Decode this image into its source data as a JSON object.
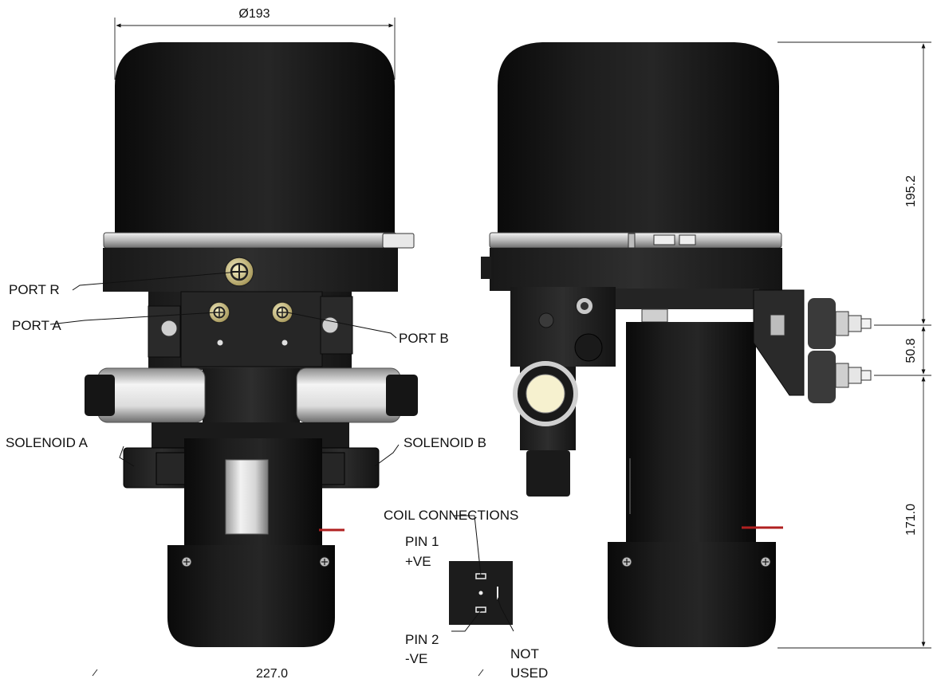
{
  "dimensions": {
    "diameter": "Ø193",
    "height_top": "195.2",
    "port_spacing": "50.8",
    "height_bottom": "171.0",
    "width_bottom": "227.0"
  },
  "labels": {
    "port_r": "PORT R",
    "port_a": "PORT A",
    "port_b": "PORT B",
    "solenoid_a": "SOLENOID A",
    "solenoid_b": "SOLENOID B"
  },
  "coil": {
    "title": "COIL CONNECTIONS",
    "pin1": "PIN 1",
    "pin1_polarity": "+VE",
    "pin2": "PIN 2",
    "pin2_polarity": "-VE",
    "unused_1": "NOT",
    "unused_2": "USED"
  },
  "colors": {
    "body": "#141414",
    "metal": "#d4d4d4",
    "brass": "#cbbf8a",
    "wire": "#b02020"
  }
}
